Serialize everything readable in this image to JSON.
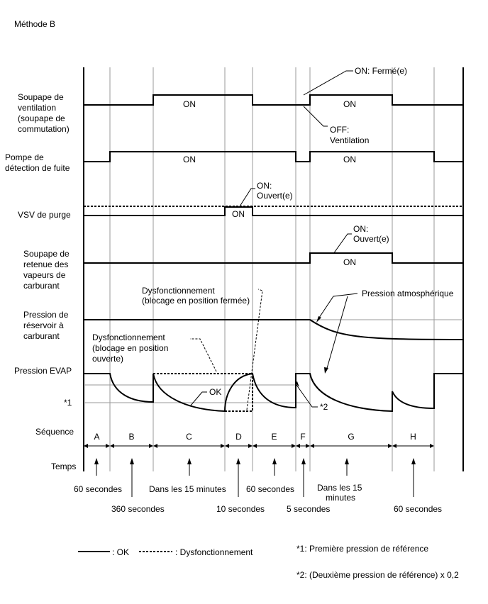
{
  "title": "Méthode B",
  "rows": {
    "vent": [
      "Soupape de",
      "ventilation",
      "(soupape de",
      "commutation)"
    ],
    "pump": [
      "Pompe de",
      "détection de fuite"
    ],
    "vsv": [
      "VSV de purge"
    ],
    "check": [
      "Soupape de",
      "retenue des",
      "vapeurs de",
      "carburant"
    ],
    "tank": [
      "Pression de",
      "réservoir à",
      "carburant"
    ],
    "evap": [
      "Pression EVAP"
    ],
    "ref1": [
      "*1"
    ],
    "seq": [
      "Séquence"
    ],
    "time": [
      "Temps"
    ]
  },
  "state_on": "ON",
  "annotations": {
    "on_ferme": "ON: Fermé(e)",
    "off_vent": [
      "OFF:",
      "Ventilation"
    ],
    "on_ouvert": [
      "ON:",
      "Ouvert(e)"
    ],
    "dys_fermee": [
      "Dysfonctionnement",
      "(blocage en position fermée)"
    ],
    "dys_ouverte": [
      "Dysfonctionnement",
      "(blocage en position",
      "ouverte)"
    ],
    "pression_atm": "Pression atmosphérique",
    "ok": "OK",
    "ref2": "*2"
  },
  "sequence": [
    "A",
    "B",
    "C",
    "D",
    "E",
    "F",
    "G",
    "H"
  ],
  "times": {
    "a": "60 secondes",
    "b": "360 secondes",
    "c": "Dans les 15 minutes",
    "d": "10 secondes",
    "e": "60 secondes",
    "f": "5 secondes",
    "g": [
      "Dans les 15",
      "minutes"
    ],
    "h": "60 secondes"
  },
  "legend": {
    "ok": ": OK",
    "malfunction": ": Dysfonctionnement",
    "note1": "*1: Première pression de référence",
    "note2": "*2: (Deuxième pression de référence) x 0,2"
  }
}
